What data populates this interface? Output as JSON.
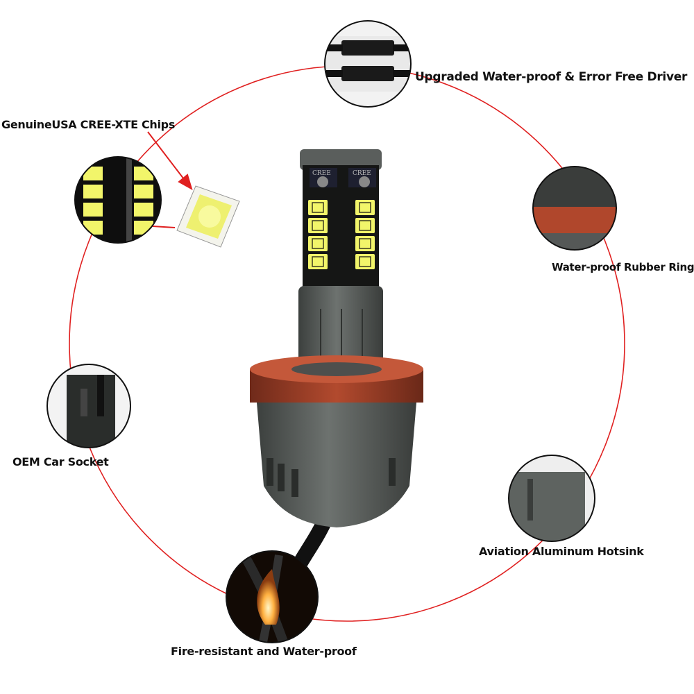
{
  "labels": {
    "driver": "Upgraded Water-proof & Error Free Driver",
    "chips": "GenuineUSA CREE-XTE Chips",
    "ring": "Water-proof Rubber Ring",
    "socket": "OEM Car Socket",
    "hotsink": "Aviation Aluminum Hotsink",
    "fire": "Fire-resistant and Water-proof"
  },
  "chip_text": "CREE",
  "colors": {
    "ring": "#e02020",
    "led": "#f2f56a",
    "body": "#5e6360",
    "rubber": "#b0472c",
    "background": "#ffffff"
  }
}
